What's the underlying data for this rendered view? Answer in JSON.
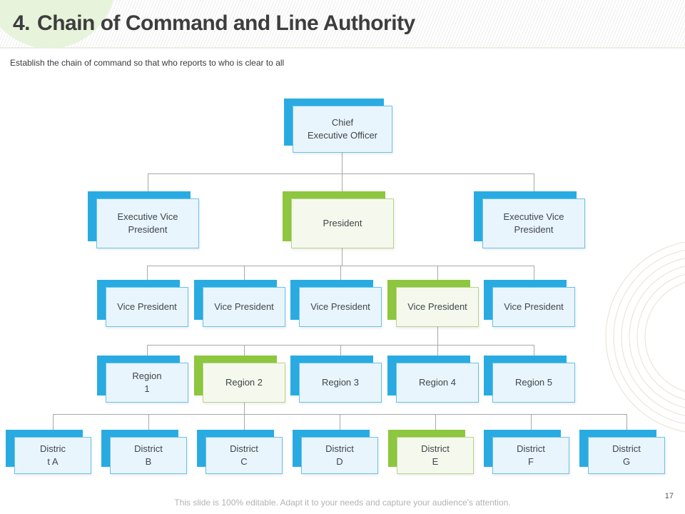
{
  "slide": {
    "title": {
      "number": "4.",
      "text": "Chain of Command and Line Authority"
    },
    "subtitle": "Establish the chain of command so that who reports to who is clear to all",
    "footer_note": "This slide is 100% editable. Adapt it to your needs and capture your audience's attention.",
    "page_number": "17"
  },
  "colors": {
    "accent_blue": "#29abe2",
    "accent_green": "#8dc63f",
    "box_fill_blue": "#e9f5fc",
    "box_fill_green": "#f5f9ed",
    "box_border_blue": "#67c3ea",
    "box_border_green": "#b7d488",
    "connector_gray": "#a8a8a8",
    "title_circle_green": "#e7f3da",
    "ring_tan": "#e9e1d2"
  },
  "org_chart": {
    "levels": [
      {
        "name": "level-1",
        "nodes": [
          {
            "label": "Chief\nExecutive Officer",
            "accent": "blue"
          }
        ]
      },
      {
        "name": "level-2",
        "nodes": [
          {
            "label": "Executive Vice\nPresident",
            "accent": "blue"
          },
          {
            "label": "President",
            "accent": "green"
          },
          {
            "label": "Executive Vice\nPresident",
            "accent": "blue"
          }
        ]
      },
      {
        "name": "level-3",
        "nodes": [
          {
            "label": "Vice President",
            "accent": "blue"
          },
          {
            "label": "Vice President",
            "accent": "blue"
          },
          {
            "label": "Vice President",
            "accent": "blue"
          },
          {
            "label": "Vice President",
            "accent": "green"
          },
          {
            "label": "Vice President",
            "accent": "blue"
          }
        ]
      },
      {
        "name": "level-4",
        "nodes": [
          {
            "label": "Region\n1",
            "accent": "blue"
          },
          {
            "label": "Region 2",
            "accent": "green"
          },
          {
            "label": "Region 3",
            "accent": "blue"
          },
          {
            "label": "Region 4",
            "accent": "blue"
          },
          {
            "label": "Region 5",
            "accent": "blue"
          }
        ]
      },
      {
        "name": "level-5",
        "nodes": [
          {
            "label": "Distric\nt A",
            "accent": "blue"
          },
          {
            "label": "District\nB",
            "accent": "blue"
          },
          {
            "label": "District\nC",
            "accent": "blue"
          },
          {
            "label": "District\nD",
            "accent": "blue"
          },
          {
            "label": "District\nE",
            "accent": "green"
          },
          {
            "label": "District\nF",
            "accent": "blue"
          },
          {
            "label": "District\nG",
            "accent": "blue"
          }
        ]
      }
    ]
  }
}
